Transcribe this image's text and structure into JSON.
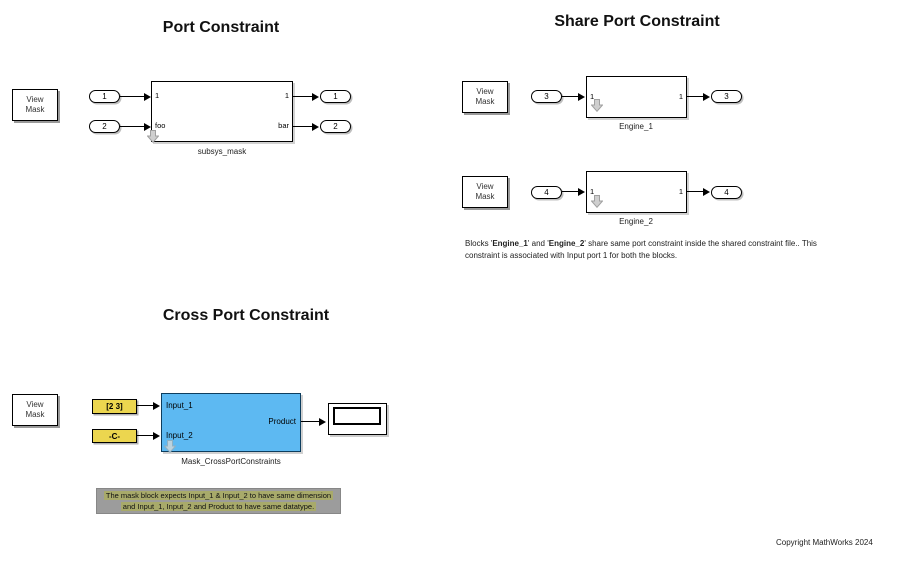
{
  "titles": {
    "port": "Port Constraint",
    "share": "Share Port Constraint",
    "cross": "Cross Port Constraint"
  },
  "view_mask_label": "View\nMask",
  "port_section": {
    "in1": "1",
    "in2": "2",
    "out1": "1",
    "out2": "2",
    "block_name": "subsys_mask",
    "port_tl": "1",
    "port_bl": "foo",
    "port_tr": "1",
    "port_br": "bar"
  },
  "share_section": {
    "engine1": {
      "in": "3",
      "out": "3",
      "port_in": "1",
      "port_out": "1",
      "name": "Engine_1"
    },
    "engine2": {
      "in": "4",
      "out": "4",
      "port_in": "1",
      "port_out": "1",
      "name": "Engine_2"
    },
    "note": {
      "t1": "Blocks '",
      "b1": "Engine_1",
      "t2": "' and '",
      "b2": "Engine_2",
      "t3": "' share same port constraint inside the shared constraint file.. This constraint is associated with Input port 1 for both the blocks."
    }
  },
  "cross_section": {
    "const1": "[2 3]",
    "const2": "-C-",
    "block": {
      "name": "Mask_CrossPortConstraints",
      "in1": "Input_1",
      "in2": "Input_2",
      "out": "Product"
    },
    "note_line1": "The mask block expects Input_1 & Input_2 to have same dimension",
    "note_line2": "and Input_1, Input_2 and Product to have same datatype."
  },
  "footer": {
    "copyright": "Copyright MathWorks 2024"
  },
  "colors": {
    "masked_block_fill": "#5db9f2",
    "constant_fill": "#ecd64f",
    "note_highlight": "#a8aa6a",
    "note_background": "#9c9c9c"
  },
  "icons": {
    "mask_badge": "down-arrow-icon"
  }
}
